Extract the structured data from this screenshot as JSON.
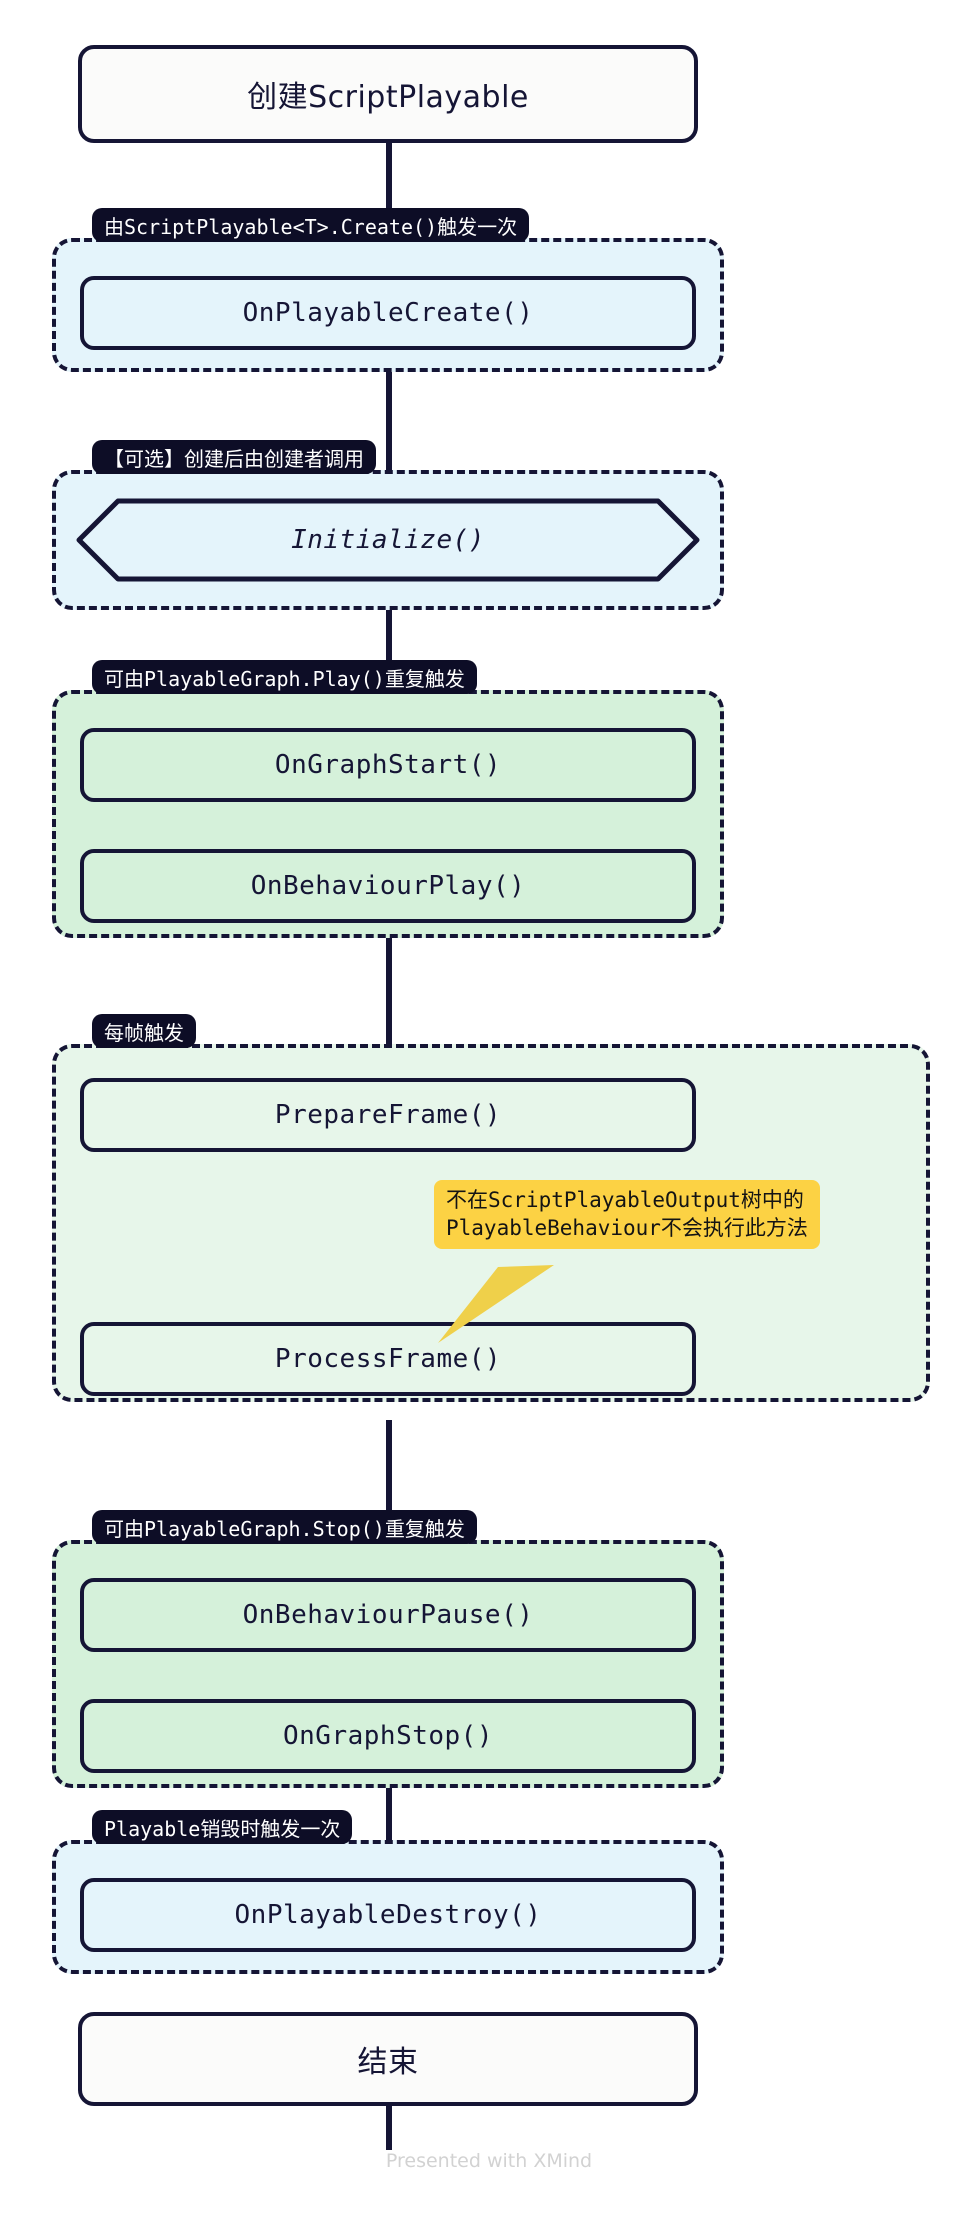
{
  "diagram": {
    "title": "ScriptPlayable / PlayableBehaviour Lifecycle",
    "colors": {
      "stroke": "#151535",
      "tag_bg": "#0d0d26",
      "blue_fill": "#e4f4fb",
      "green_fill": "#d5f1da",
      "light_green_fill": "#e7f6ea",
      "callout_fill": "#fcd244",
      "terminal_fill": "#fbfbfa",
      "footer_text": "#d2d2d2"
    },
    "start": {
      "label": "创建ScriptPlayable",
      "shape": "terminal"
    },
    "end": {
      "label": "结束",
      "shape": "terminal"
    },
    "groups": [
      {
        "id": "create",
        "tag": "由ScriptPlayable<T>.Create()触发一次",
        "fill": "blue",
        "nodes": [
          {
            "label": "OnPlayableCreate()",
            "shape": "process"
          }
        ]
      },
      {
        "id": "initialize",
        "tag": "【可选】创建后由创建者调用",
        "fill": "blue",
        "nodes": [
          {
            "label": "Initialize()",
            "shape": "hexagon",
            "italic": true
          }
        ]
      },
      {
        "id": "play",
        "tag": "可由PlayableGraph.Play()重复触发",
        "fill": "green",
        "nodes": [
          {
            "label": "OnGraphStart()",
            "shape": "process"
          },
          {
            "label": "OnBehaviourPlay()",
            "shape": "process"
          }
        ]
      },
      {
        "id": "frame",
        "tag": "每帧触发",
        "fill": "lightgreen",
        "nodes": [
          {
            "label": "PrepareFrame()",
            "shape": "process"
          },
          {
            "label": "ProcessFrame()",
            "shape": "process"
          }
        ],
        "callout": {
          "line1": "不在ScriptPlayableOutput树中的",
          "line2": "PlayableBehaviour不会执行此方法",
          "points_at": "ProcessFrame()"
        }
      },
      {
        "id": "stop",
        "tag": "可由PlayableGraph.Stop()重复触发",
        "fill": "green",
        "nodes": [
          {
            "label": "OnBehaviourPause()",
            "shape": "process"
          },
          {
            "label": "OnGraphStop()",
            "shape": "process"
          }
        ]
      },
      {
        "id": "destroy",
        "tag": "Playable销毁时触发一次",
        "fill": "blue",
        "nodes": [
          {
            "label": "OnPlayableDestroy()",
            "shape": "process"
          }
        ]
      }
    ],
    "footer": "Presented with XMind"
  }
}
